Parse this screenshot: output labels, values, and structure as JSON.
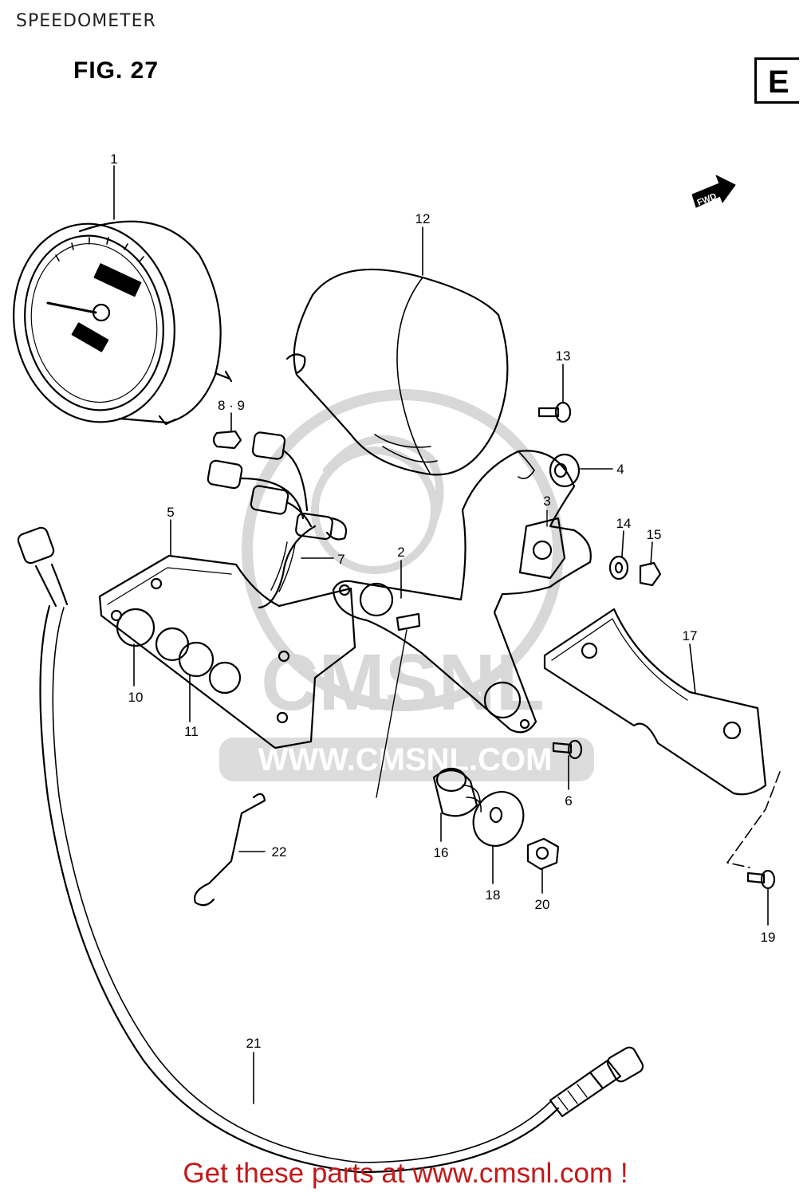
{
  "header": {
    "title": "SPEEDOMETER",
    "figure": "FIG. 27",
    "section_letter": "E",
    "direction_tag": "FWD"
  },
  "watermark": {
    "brand": "CMSNL",
    "url": "WWW.CMSNL.COM"
  },
  "callouts": [
    {
      "id": "c1",
      "label": "1"
    },
    {
      "id": "c2",
      "label": "2"
    },
    {
      "id": "c3",
      "label": "3"
    },
    {
      "id": "c4",
      "label": "4"
    },
    {
      "id": "c5",
      "label": "5"
    },
    {
      "id": "c6",
      "label": "6"
    },
    {
      "id": "c7",
      "label": "7"
    },
    {
      "id": "c89",
      "label": "8 · 9"
    },
    {
      "id": "c10",
      "label": "10"
    },
    {
      "id": "c11",
      "label": "11"
    },
    {
      "id": "c12",
      "label": "12"
    },
    {
      "id": "c13",
      "label": "13"
    },
    {
      "id": "c14",
      "label": "14"
    },
    {
      "id": "c15",
      "label": "15"
    },
    {
      "id": "c16",
      "label": "16"
    },
    {
      "id": "c17",
      "label": "17"
    },
    {
      "id": "c18",
      "label": "18"
    },
    {
      "id": "c19",
      "label": "19"
    },
    {
      "id": "c20",
      "label": "20"
    },
    {
      "id": "c21",
      "label": "21"
    },
    {
      "id": "c22",
      "label": "22"
    }
  ],
  "footer": {
    "text": "Get these parts at www.cmsnl.com !"
  },
  "colors": {
    "line": "#000000",
    "footer": "#c41818",
    "watermark": "#d4d4d4"
  }
}
